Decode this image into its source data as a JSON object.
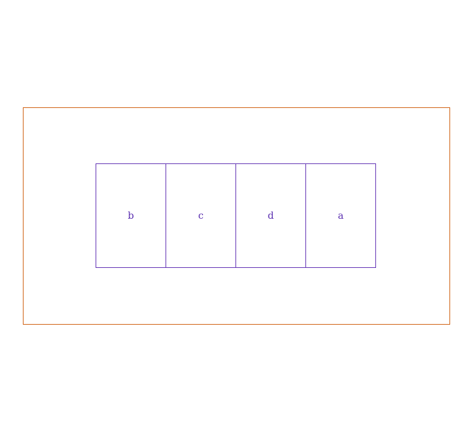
{
  "diagram": {
    "outer_border_color": "#d2691e",
    "cell_border_color": "#6a3db8",
    "label_color": "#5b2fb0",
    "cells": [
      {
        "label": "b"
      },
      {
        "label": "c"
      },
      {
        "label": "d"
      },
      {
        "label": "a"
      }
    ]
  }
}
